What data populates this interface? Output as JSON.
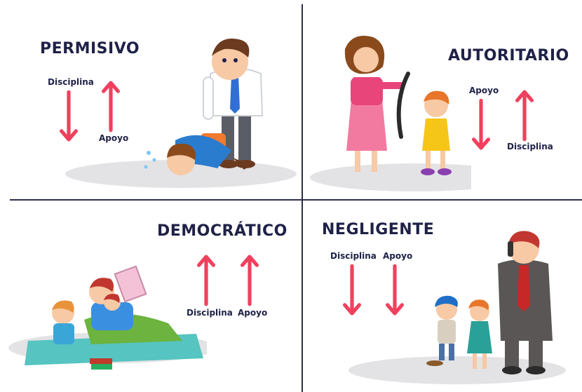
{
  "colors": {
    "arrow": "#f0405e",
    "text": "#1f2147",
    "divider": "#2a2f4a",
    "ground": "#e3e3e6"
  },
  "quadrants": {
    "permisivo": {
      "title": "PERMISIVO",
      "disciplina_label": "Disciplina",
      "apoyo_label": "Apoyo",
      "disciplina_direction": "down",
      "apoyo_direction": "up"
    },
    "autoritario": {
      "title": "AUTORITARIO",
      "apoyo_label": "Apoyo",
      "disciplina_label": "Disciplina",
      "apoyo_direction": "down",
      "disciplina_direction": "up"
    },
    "democratico": {
      "title": "DEMOCRÁTICO",
      "disciplina_label": "Disciplina",
      "apoyo_label": "Apoyo",
      "disciplina_direction": "up",
      "apoyo_direction": "up"
    },
    "negligente": {
      "title": "NEGLIGENTE",
      "disciplina_label": "Disciplina",
      "apoyo_label": "Apoyo",
      "disciplina_direction": "down",
      "apoyo_direction": "down"
    }
  }
}
